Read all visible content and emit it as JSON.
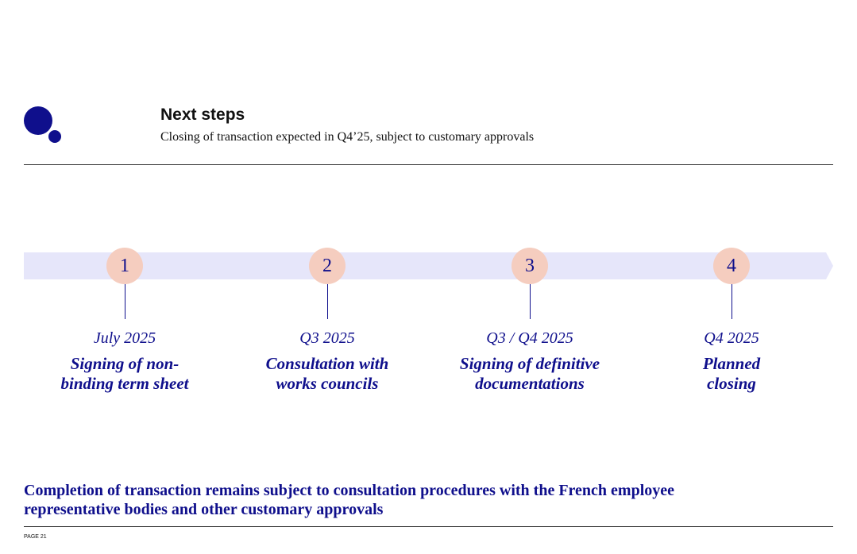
{
  "header": {
    "title": "Next steps",
    "subtitle": "Closing of transaction expected in Q4’25, subject to customary approvals"
  },
  "timeline": {
    "steps": [
      {
        "number": "1",
        "date": "July 2025",
        "label_line1": "Signing of non-",
        "label_line2": "binding term sheet"
      },
      {
        "number": "2",
        "date": "Q3 2025",
        "label_line1": "Consultation with",
        "label_line2": "works councils"
      },
      {
        "number": "3",
        "date": "Q3 / Q4 2025",
        "label_line1": "Signing of definitive",
        "label_line2": "documentations"
      },
      {
        "number": "4",
        "date": "Q4 2025",
        "label_line1": "Planned",
        "label_line2": "closing"
      }
    ]
  },
  "footer": {
    "note_line1": "Completion of transaction remains subject to consultation procedures with the French employee",
    "note_line2": "representative bodies and other customary approvals",
    "page": "PAGE 21"
  },
  "colors": {
    "brand_navy": "#0f0f8c",
    "step_circle": "#f5cdbf",
    "timeline_band": "#e6e6fa"
  }
}
